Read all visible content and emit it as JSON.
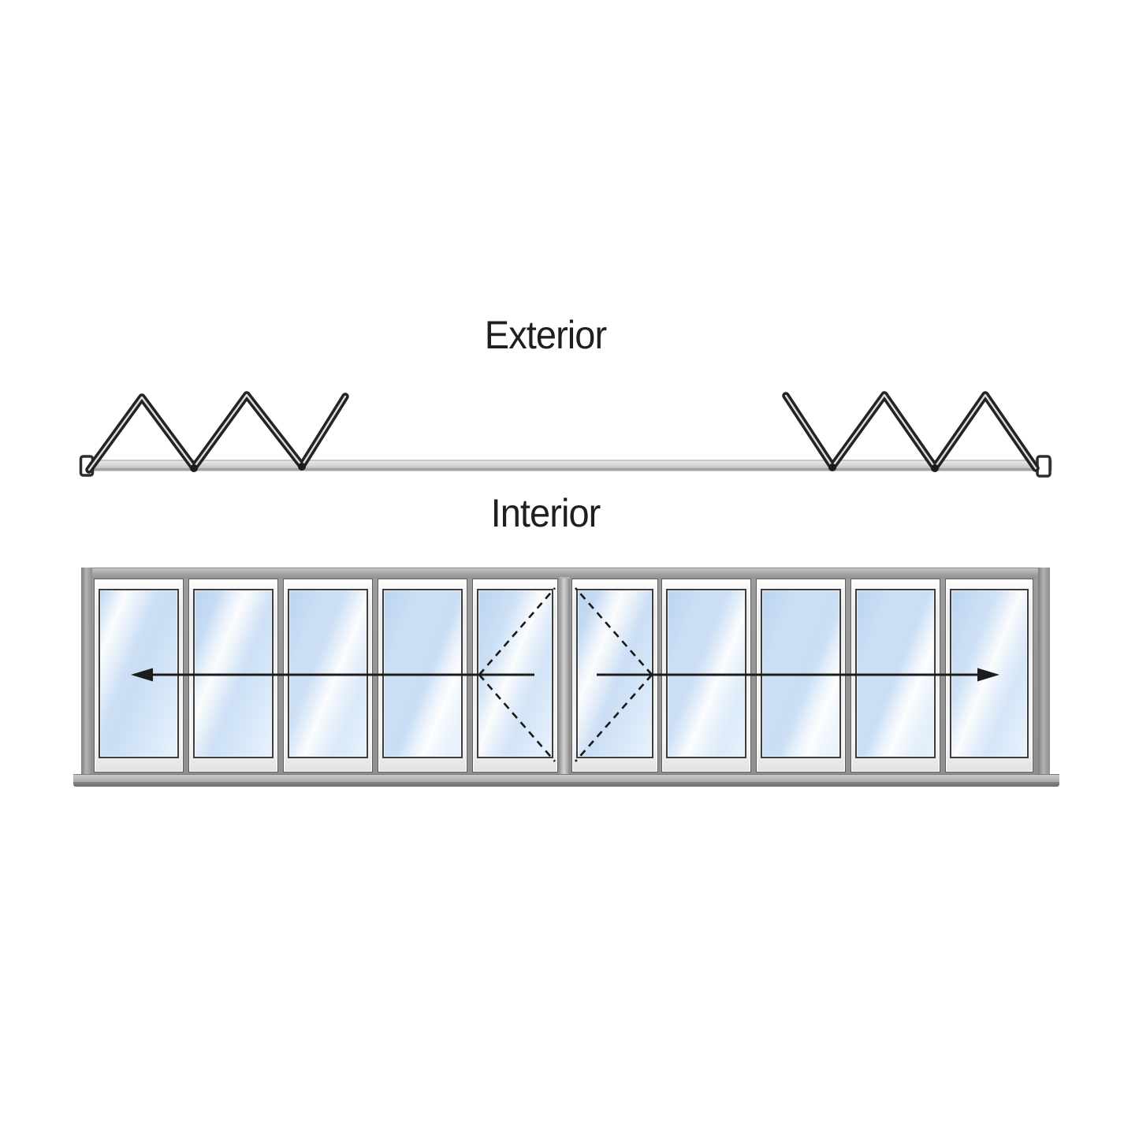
{
  "labels": {
    "exterior": "Exterior",
    "interior": "Interior"
  },
  "diagram": {
    "type": "bifold-door-configuration",
    "total_panels": 10,
    "plan_view": {
      "side": "Exterior",
      "left_stack_panels": 5,
      "right_stack_panels": 5,
      "description": "Top (plan) view: five panels folded open to the left exterior and five folded open to the right exterior on a straight sliding track",
      "track": "sliding track with end caps"
    },
    "elevation_view": {
      "side": "Interior",
      "panel_count": 10,
      "panels": [
        {
          "id": 1,
          "group": "left-sliding",
          "swing": false
        },
        {
          "id": 2,
          "group": "left-sliding",
          "swing": false
        },
        {
          "id": 3,
          "group": "left-sliding",
          "swing": false
        },
        {
          "id": 4,
          "group": "left-sliding",
          "swing": false
        },
        {
          "id": 5,
          "group": "left-sliding",
          "swing": true
        },
        {
          "id": 6,
          "group": "right-sliding",
          "swing": true
        },
        {
          "id": 7,
          "group": "right-sliding",
          "swing": false
        },
        {
          "id": 8,
          "group": "right-sliding",
          "swing": false
        },
        {
          "id": 9,
          "group": "right-sliding",
          "swing": false
        },
        {
          "id": 10,
          "group": "right-sliding",
          "swing": false
        }
      ],
      "left_arrow_direction": "left",
      "right_arrow_direction": "right",
      "annotation": "Solid arrows show sliding direction of each five-panel group; dashed triangles on the two centre panels show hinged swing leaves"
    }
  },
  "colors": {
    "background": "#ffffff",
    "line_dark": "#1f1f1f",
    "glass_blue": "#cde0f5",
    "frame_aluminum": "#f2f2f2",
    "frame_gray": "#9a9a9a",
    "track_gray": "#d6d6d6"
  }
}
